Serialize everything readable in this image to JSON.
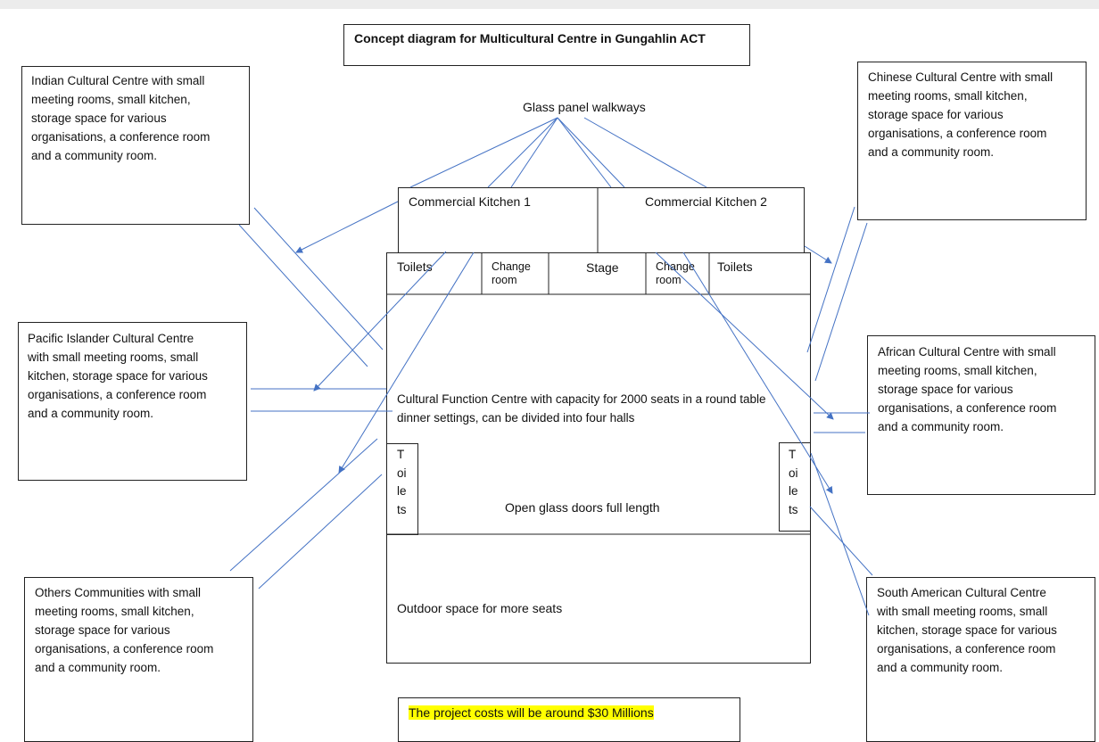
{
  "title": "Concept diagram for Multicultural Centre in Gungahlin ACT",
  "walkways_label": "Glass panel walkways",
  "kitchens": {
    "k1": "Commercial Kitchen 1",
    "k2": "Commercial Kitchen 2"
  },
  "top_row": {
    "toilets_left": "Toilets",
    "change_left": "Change\nroom",
    "stage": "Stage",
    "change_right": "Change\nroom",
    "toilets_right": "Toilets"
  },
  "function_centre": "Cultural Function Centre with capacity for 2000 seats in a round table dinner settings, can be divided into four halls",
  "side_toilets_left": "T\noi\nle\nts",
  "side_toilets_right": "T\noi\nle\nts",
  "glass_doors": "Open glass doors full length",
  "outdoor": "Outdoor space for more seats",
  "cost_note": "The project costs will be around $30 Millions",
  "centres": {
    "indian": "Indian Cultural Centre with small\nmeeting rooms, small kitchen,\nstorage space for various\norganisations, a conference room\nand a community room.",
    "chinese": "Chinese Cultural Centre with small\nmeeting rooms, small kitchen,\nstorage space for various\norganisations, a conference room\nand a community room.",
    "pacific": "Pacific Islander Cultural Centre\nwith small meeting rooms, small\nkitchen, storage space for various\norganisations, a conference room\nand a community room.",
    "african": "African Cultural Centre with small\nmeeting rooms, small kitchen,\nstorage space for various\norganisations, a conference room\nand a community room.",
    "others": "Others Communities with small\nmeeting rooms, small kitchen,\nstorage space for various\norganisations, a conference room\nand a community room.",
    "south_american": "South American Cultural Centre\nwith small meeting rooms, small\nkitchen, storage space for various\norganisations, a conference room\nand a community room."
  },
  "colors": {
    "connector": "#4472c4",
    "highlight": "#ffff00"
  }
}
